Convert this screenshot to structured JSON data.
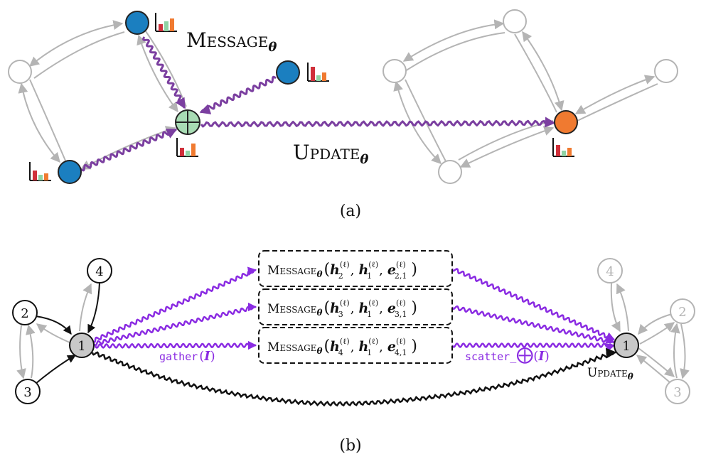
{
  "panel_a": {
    "caption": "(a)",
    "message_label": {
      "first": "M",
      "small_caps": "ESSAGE",
      "sub": "θ"
    },
    "update_label": {
      "first": "U",
      "small_caps": "PDATE",
      "sub": "θ"
    },
    "colors": {
      "edge": "#b4b4b4",
      "message_path": "#7b3fa0",
      "blue_node": "#1b7fc0",
      "aggregate_node": "#a8dcb4",
      "update_node": "#f07a30",
      "bar_red": "#d0303a",
      "bar_green": "#8fd3a4",
      "bar_orange": "#f07a30"
    }
  },
  "panel_b": {
    "caption": "(b)",
    "left_nodes": [
      "1",
      "2",
      "3",
      "4"
    ],
    "right_nodes": [
      "1",
      "2",
      "3",
      "4"
    ],
    "message_boxes": [
      {
        "fn": "M",
        "fn_small": "ESSAGE",
        "fn_sub": "θ",
        "open": "(",
        "a": "h",
        "a_sub": "2",
        "a_sup": "(ℓ)",
        "comma1": ",",
        "b": "h",
        "b_sub": "1",
        "b_sup": "(ℓ)",
        "comma2": ",",
        "c": "e",
        "c_sub": "2,1",
        "c_sup": "(ℓ)",
        "close": ")"
      },
      {
        "fn": "M",
        "fn_small": "ESSAGE",
        "fn_sub": "θ",
        "open": "(",
        "a": "h",
        "a_sub": "3",
        "a_sup": "(ℓ)",
        "comma1": ",",
        "b": "h",
        "b_sub": "1",
        "b_sup": "(ℓ)",
        "comma2": ",",
        "c": "e",
        "c_sub": "3,1",
        "c_sup": "(ℓ)",
        "close": ")"
      },
      {
        "fn": "M",
        "fn_small": "ESSAGE",
        "fn_sub": "θ",
        "open": "(",
        "a": "h",
        "a_sub": "4",
        "a_sup": "(ℓ)",
        "comma1": ",",
        "b": "h",
        "b_sub": "1",
        "b_sup": "(ℓ)",
        "comma2": ",",
        "c": "e",
        "c_sub": "4,1",
        "c_sup": "(ℓ)",
        "close": ")"
      }
    ],
    "gather_label": {
      "fn": "gather",
      "open": "(",
      "arg": "I",
      "close": ")"
    },
    "scatter_label": {
      "fn": "scatter_",
      "op": "⨁",
      "open": "(",
      "arg": "I",
      "close": ")"
    },
    "update_label": {
      "first": "U",
      "small_caps": "PDATE",
      "sub": "θ"
    },
    "colors": {
      "path": "#8a2be2",
      "black_path": "#111111",
      "node_fill": "#c8c8c8",
      "faded": "#b4b4b4"
    }
  }
}
